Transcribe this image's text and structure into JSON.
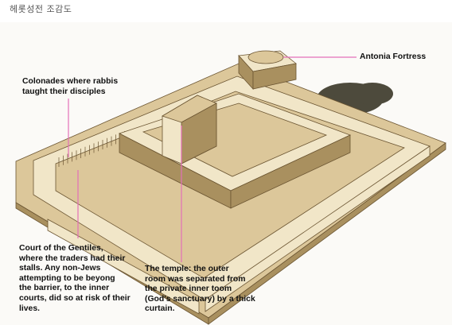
{
  "page": {
    "title": "헤롯성전 조감도",
    "panel_bg": "#fbfaf7"
  },
  "colors": {
    "stone_light": "#f1e6c8",
    "stone_mid": "#dcc79a",
    "stone_dark": "#a9905f",
    "line": "#6b5532",
    "pointer": "#e46fb9",
    "trees": "#4d4a3c"
  },
  "labels": {
    "antonia": "Antonia Fortress",
    "colonnades": "Colonades where rabbis\ntaught their disciples",
    "court": "Court of the Gentiles,\nwhere the traders had their\nstalls.  Any non-Jews\nattempting to be beyong\nthe barrier, to the inner\ncourts, did so at risk of their\nlives.",
    "temple": "The temple: the outer\nroom was separated from\nthe private inner toom\n(God's sanctuary) by a thick\ncurtain."
  }
}
